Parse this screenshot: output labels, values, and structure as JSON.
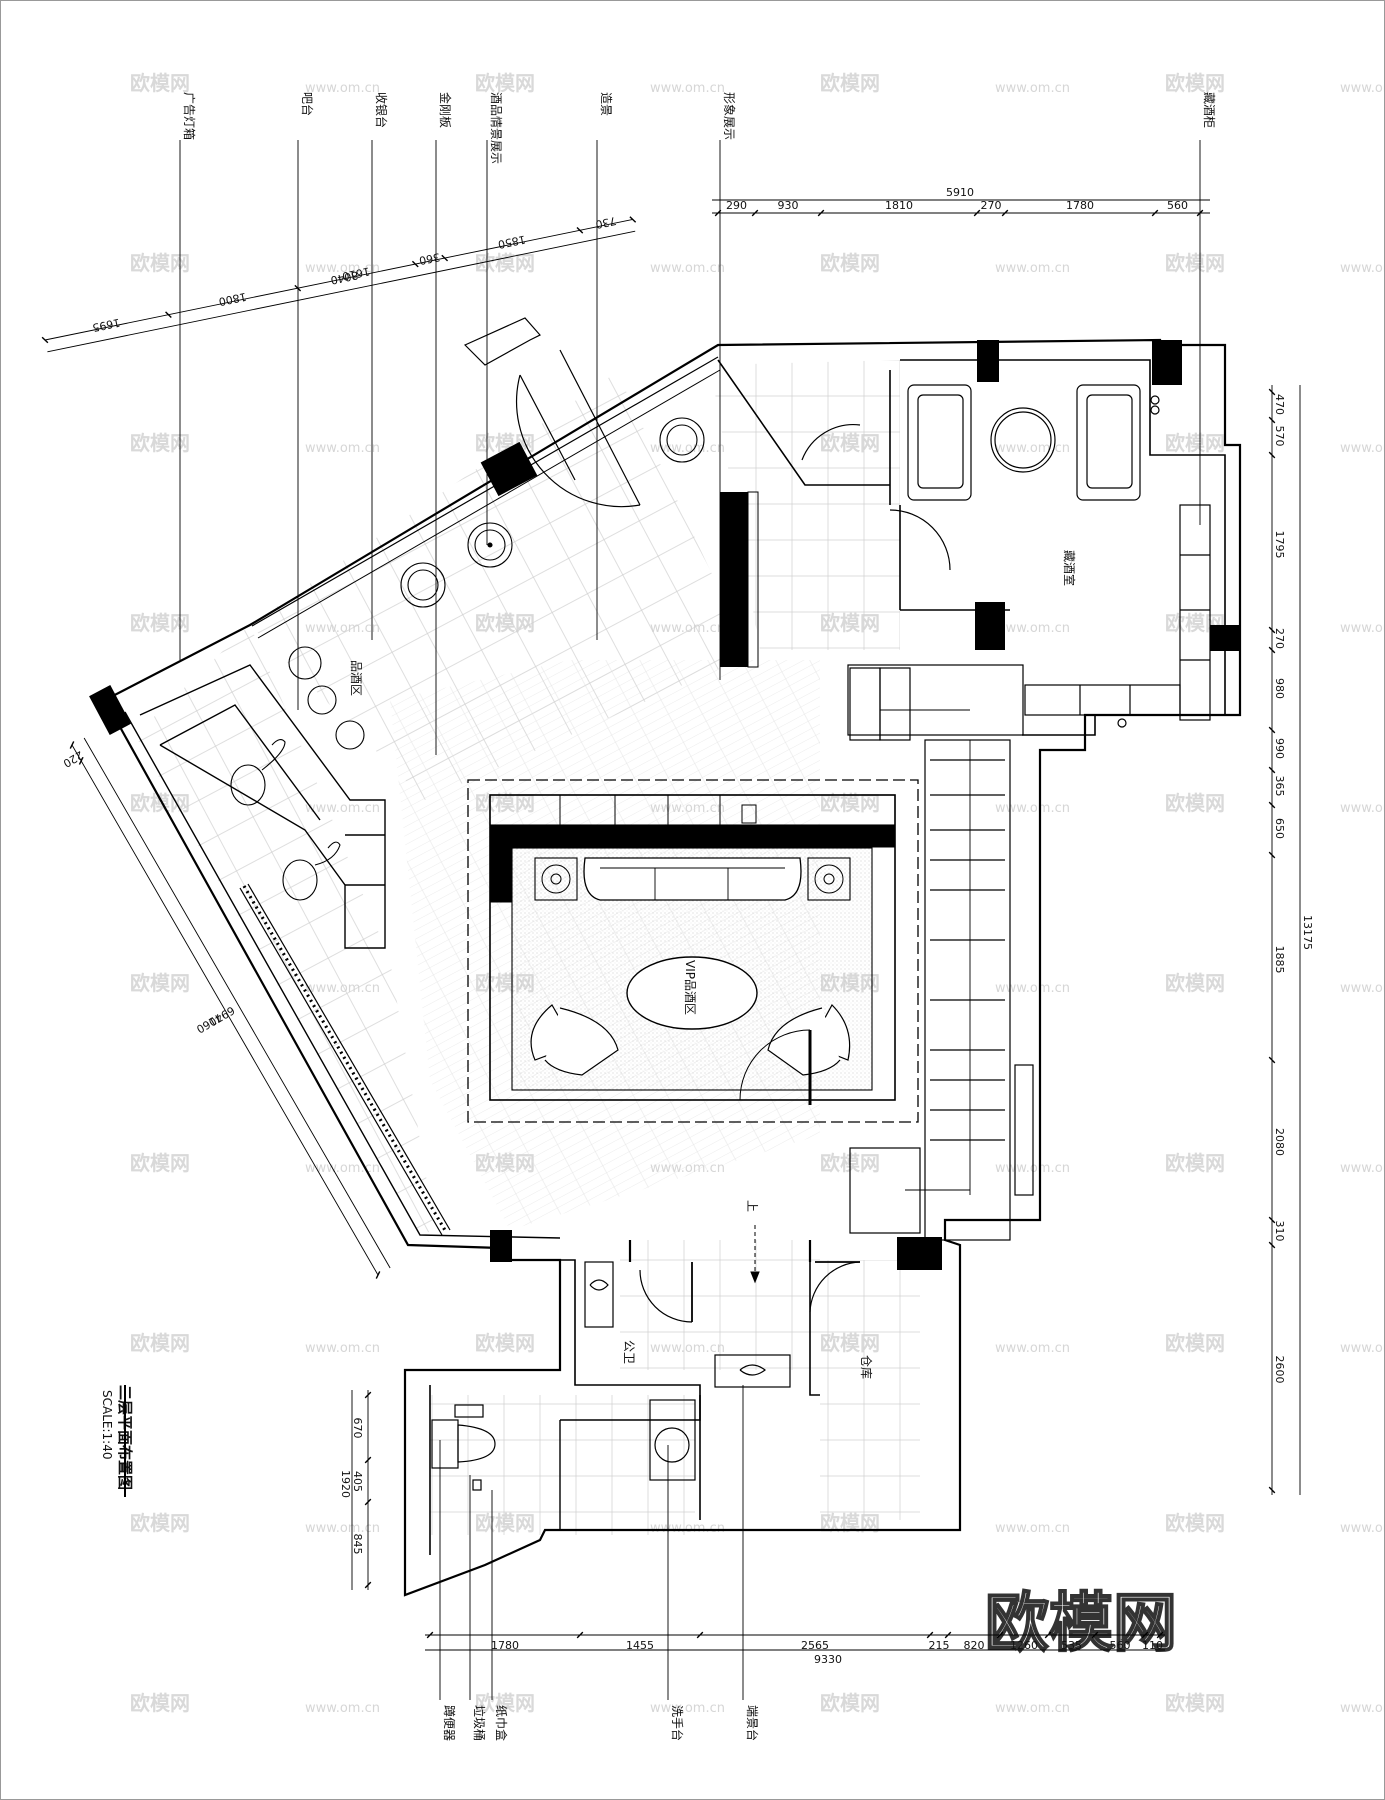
{
  "drawing": {
    "title": "二层平面布置图",
    "scale": "SCALE:1:40"
  },
  "rooms": {
    "tasting": "品酒区",
    "vip": "VIP品酒区",
    "cellar": "藏酒室",
    "toilet": "公卫",
    "storage": "仓库",
    "up": "上"
  },
  "leaders_top": [
    "广告灯箱",
    "吧台",
    "收银台",
    "金刚板",
    "酒品情景展示",
    "造景",
    "形象展示",
    "藏酒柜"
  ],
  "leaders_bottom": [
    "蹲便器",
    "垃圾桶",
    "纸巾盒",
    "洗手台",
    "端景台"
  ],
  "dims_top": {
    "total": "5910",
    "segments": [
      "290",
      "930",
      "1810",
      "270",
      "1780",
      "560"
    ]
  },
  "dims_right": {
    "total": "13175",
    "segments": [
      "470",
      "570",
      "1795",
      "270",
      "980",
      "990",
      "365",
      "650",
      "1885",
      "2080",
      "310",
      "2600"
    ]
  },
  "dims_bottom": {
    "total": "9330",
    "segments": [
      "1780",
      "1455",
      "2565",
      "215",
      "820",
      "1260",
      "535",
      "560",
      "110"
    ]
  },
  "dims_diag_top": {
    "total": "8040",
    "segments": [
      "1695",
      "1800",
      "1610",
      "360",
      "1850",
      "730"
    ]
  },
  "dims_diag_left": {
    "total": "7160",
    "segments": [
      "220",
      "6940"
    ]
  },
  "dims_left_small": {
    "total": "1920",
    "segments": [
      "670",
      "405",
      "845"
    ]
  },
  "watermark": {
    "logo": "欧模网",
    "url": "www.om.cn",
    "big": "欧模网"
  }
}
